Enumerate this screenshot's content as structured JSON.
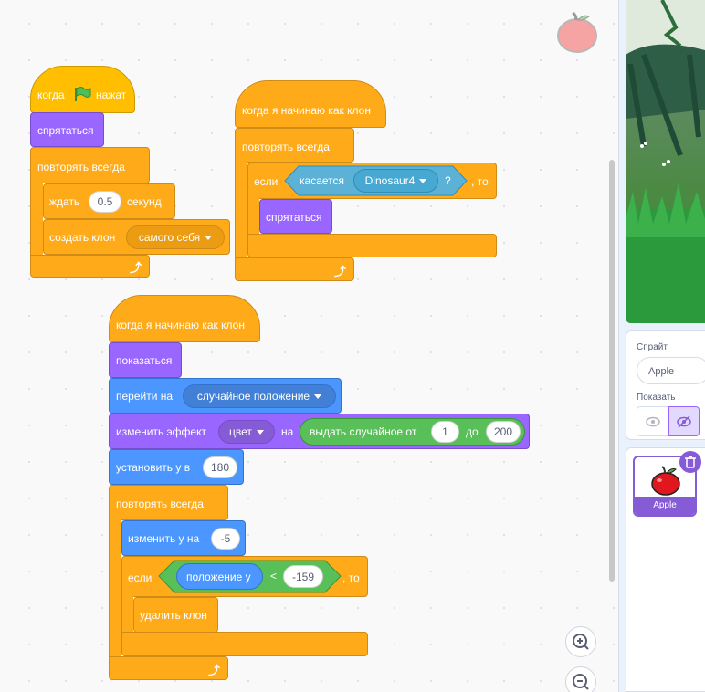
{
  "workspace": {
    "script1": {
      "hat_when": "когда",
      "hat_clicked": "нажат",
      "hide": "спрятаться",
      "forever": "повторять всегда",
      "wait": "ждать",
      "wait_value": "0.5",
      "seconds": "секунд",
      "create_clone": "создать клон",
      "clone_target": "самого себя"
    },
    "script2": {
      "hat": "когда я начинаю как клон",
      "forever": "повторять всегда",
      "if": "если",
      "touching": "касается",
      "touching_target": "Dinosaur4",
      "question": "?",
      "then": ", то",
      "hide": "спрятаться"
    },
    "script3": {
      "hat": "когда я начинаю как клон",
      "show": "показаться",
      "goto": "перейти на",
      "goto_target": "случайное положение",
      "change_effect": "изменить эффект",
      "effect": "цвет",
      "by": "на",
      "random": "выдать случайное от",
      "random_from": "1",
      "random_to_word": "до",
      "random_to": "200",
      "set_y": "установить у в",
      "set_y_value": "180",
      "forever": "повторять всегда",
      "change_y": "изменить у на",
      "change_y_value": "-5",
      "if": "если",
      "y_position": "положение у",
      "lt": "<",
      "compare_value": "-159",
      "then": ", то",
      "delete_clone": "удалить клон"
    }
  },
  "sprite_panel": {
    "sprite_label": "Спрайт",
    "sprite_name": "Apple",
    "show_label": "Показать",
    "sprite_card_name": "Apple"
  },
  "colors": {
    "events": "#ffbf00",
    "control": "#ffab19",
    "looks": "#9966ff",
    "motion": "#4c97ff",
    "operators": "#59c059",
    "sensing": "#5cb1d6"
  },
  "icons": [
    "green-flag-icon",
    "loop-arrow-icon",
    "zoom-in-icon",
    "zoom-out-icon",
    "eye-icon",
    "eye-hidden-icon",
    "trash-icon",
    "apple-icon"
  ]
}
